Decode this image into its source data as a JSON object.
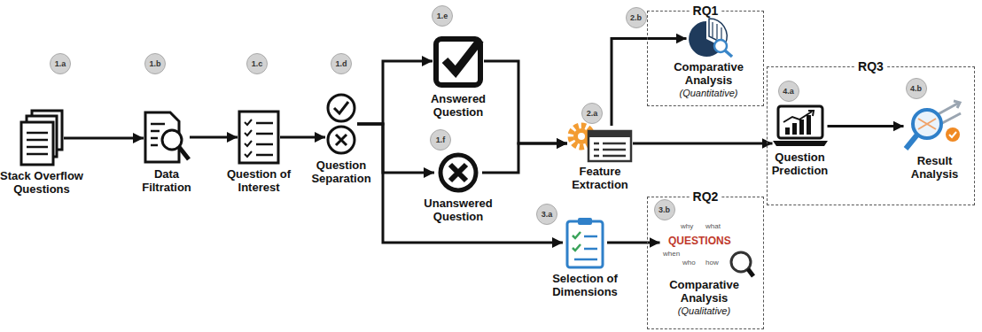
{
  "diagram": {
    "nodes": [
      {
        "text": [
          "1.a",
          "Stack Overflow Questions"
        ]
      },
      {
        "text": [
          "1.b",
          "Data Filtration"
        ]
      },
      {
        "text": [
          "1.c",
          "Question of Interest"
        ]
      },
      {
        "text": [
          "1.d",
          "Question Separation"
        ]
      },
      {
        "text": [
          "1.e",
          "Answered Question"
        ]
      },
      {
        "text": [
          "1.f",
          "Unanswered Question"
        ]
      },
      {
        "text": [
          "2.a",
          "Feature Extraction"
        ]
      },
      {
        "text": [
          "RQ1"
        ]
      },
      {
        "text": [
          "2.b",
          "Comparative Analysis",
          "(Quantitative)"
        ],
        "in": 7
      },
      {
        "text": [
          "RQ3"
        ]
      },
      {
        "text": [
          "4.a",
          "Question Prediction"
        ],
        "in": 9
      },
      {
        "text": [
          "4.b",
          "Result Analysis"
        ],
        "in": 9
      },
      {
        "text": [
          "3.a",
          "Selection of Dimensions"
        ]
      },
      {
        "text": [
          "RQ2"
        ]
      },
      {
        "text": [
          "3.b",
          "Comparative Analysis",
          "(Qualitative)"
        ],
        "in": 13
      }
    ],
    "edges": [
      {
        "from": 0,
        "to": 1,
        "arrow": "to"
      },
      {
        "from": 1,
        "to": 2,
        "arrow": "to"
      },
      {
        "from": 2,
        "to": 3,
        "arrow": "to"
      },
      {
        "from": 3,
        "to": 4,
        "arrow": "to"
      },
      {
        "from": 3,
        "to": 5,
        "arrow": "to"
      },
      {
        "from": 3,
        "to": 12,
        "arrow": "to"
      },
      {
        "from": 4,
        "to": 6,
        "arrow": "to"
      },
      {
        "from": 5,
        "to": 6,
        "arrow": "to"
      },
      {
        "from": 6,
        "to": 8,
        "arrow": "to"
      },
      {
        "from": 6,
        "to": 10,
        "arrow": "to"
      },
      {
        "from": 10,
        "to": 11,
        "arrow": "to"
      },
      {
        "from": 12,
        "to": 14,
        "arrow": "to"
      }
    ],
    "labels": [
      "QUESTIONS",
      "why",
      "what",
      "when",
      "who",
      "how"
    ]
  }
}
